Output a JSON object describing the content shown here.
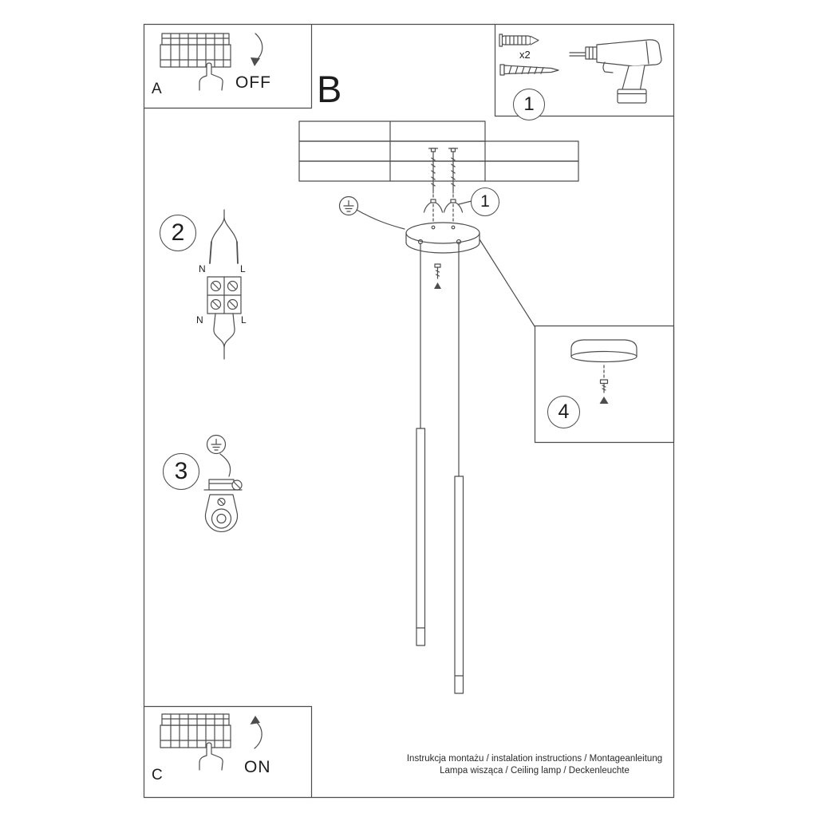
{
  "labels": {
    "section_a": "A",
    "section_b": "B",
    "section_c": "C",
    "switch_off": "OFF",
    "switch_on": "ON",
    "step_1": "1",
    "step_2": "2",
    "step_3": "3",
    "step_4": "4",
    "screw_quantity": "x2",
    "terminal_top_n": "N",
    "terminal_top_l": "L",
    "terminal_bottom_n": "N",
    "terminal_bottom_l": "L"
  },
  "footer": {
    "line1": "Instrukcja montażu / instalation instructions / Montageanleitung",
    "line2": "Lampa wisząca / Ceiling lamp / Deckenleuchte"
  },
  "colors": {
    "line": "#4d4d4d",
    "text": "#1c1c1c",
    "background": "#ffffff"
  }
}
